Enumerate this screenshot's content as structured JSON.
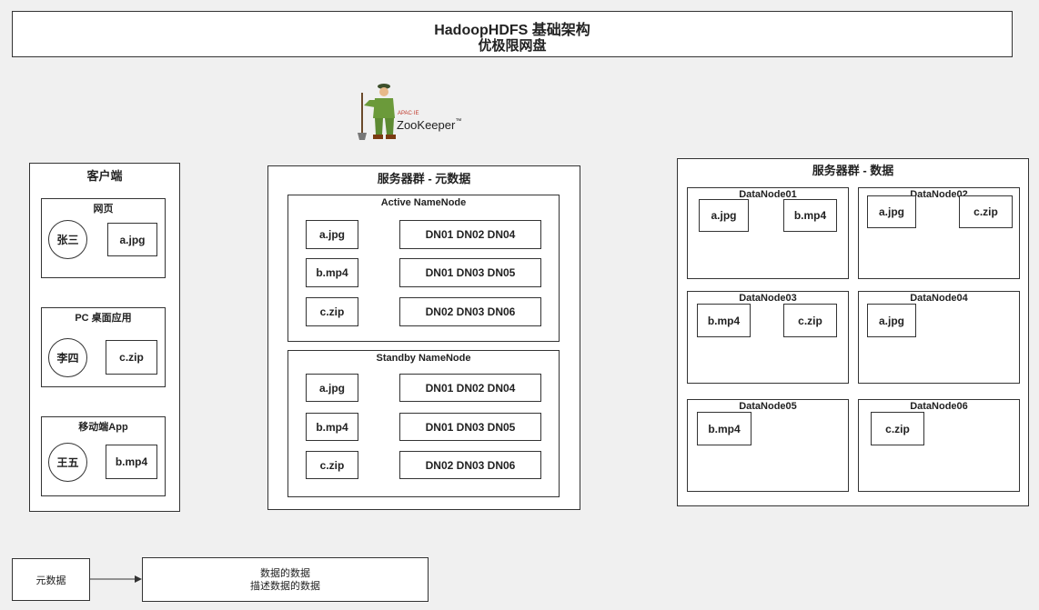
{
  "header": {
    "title": "HadoopHDFS 基础架构",
    "subtitle": "优极限网盘"
  },
  "zookeeper": {
    "small_text": "APAC·IE",
    "brand": "ZooKeeper",
    "tm": "™"
  },
  "client": {
    "title": "客户端",
    "groups": [
      {
        "title": "网页",
        "user": "张三",
        "file": "a.jpg"
      },
      {
        "title": "PC 桌面应用",
        "user": "李四",
        "file": "c.zip"
      },
      {
        "title": "移动端App",
        "user": "王五",
        "file": "b.mp4"
      }
    ]
  },
  "metadata": {
    "title": "服务器群 - 元数据",
    "active": {
      "title": "Active NameNode",
      "rows": [
        {
          "file": "a.jpg",
          "nodes": "DN01 DN02 DN04"
        },
        {
          "file": "b.mp4",
          "nodes": "DN01 DN03 DN05"
        },
        {
          "file": "c.zip",
          "nodes": "DN02 DN03 DN06"
        }
      ]
    },
    "standby": {
      "title": "Standby NameNode",
      "rows": [
        {
          "file": "a.jpg",
          "nodes": "DN01 DN02 DN04"
        },
        {
          "file": "b.mp4",
          "nodes": "DN01 DN03 DN05"
        },
        {
          "file": "c.zip",
          "nodes": "DN02 DN03 DN06"
        }
      ]
    }
  },
  "data": {
    "title": "服务器群 - 数据",
    "nodes": [
      {
        "name": "DataNode01",
        "files": [
          "a.jpg",
          "b.mp4"
        ]
      },
      {
        "name": "DataNode02",
        "files": [
          "a.jpg",
          "c.zip"
        ]
      },
      {
        "name": "DataNode03",
        "files": [
          "b.mp4",
          "c.zip"
        ]
      },
      {
        "name": "DataNode04",
        "files": [
          "a.jpg"
        ]
      },
      {
        "name": "DataNode05",
        "files": [
          "b.mp4"
        ]
      },
      {
        "name": "DataNode06",
        "files": [
          "c.zip"
        ]
      }
    ]
  },
  "legend": {
    "term": "元数据",
    "definition_line1": "数据的数据",
    "definition_line2": "描述数据的数据"
  }
}
